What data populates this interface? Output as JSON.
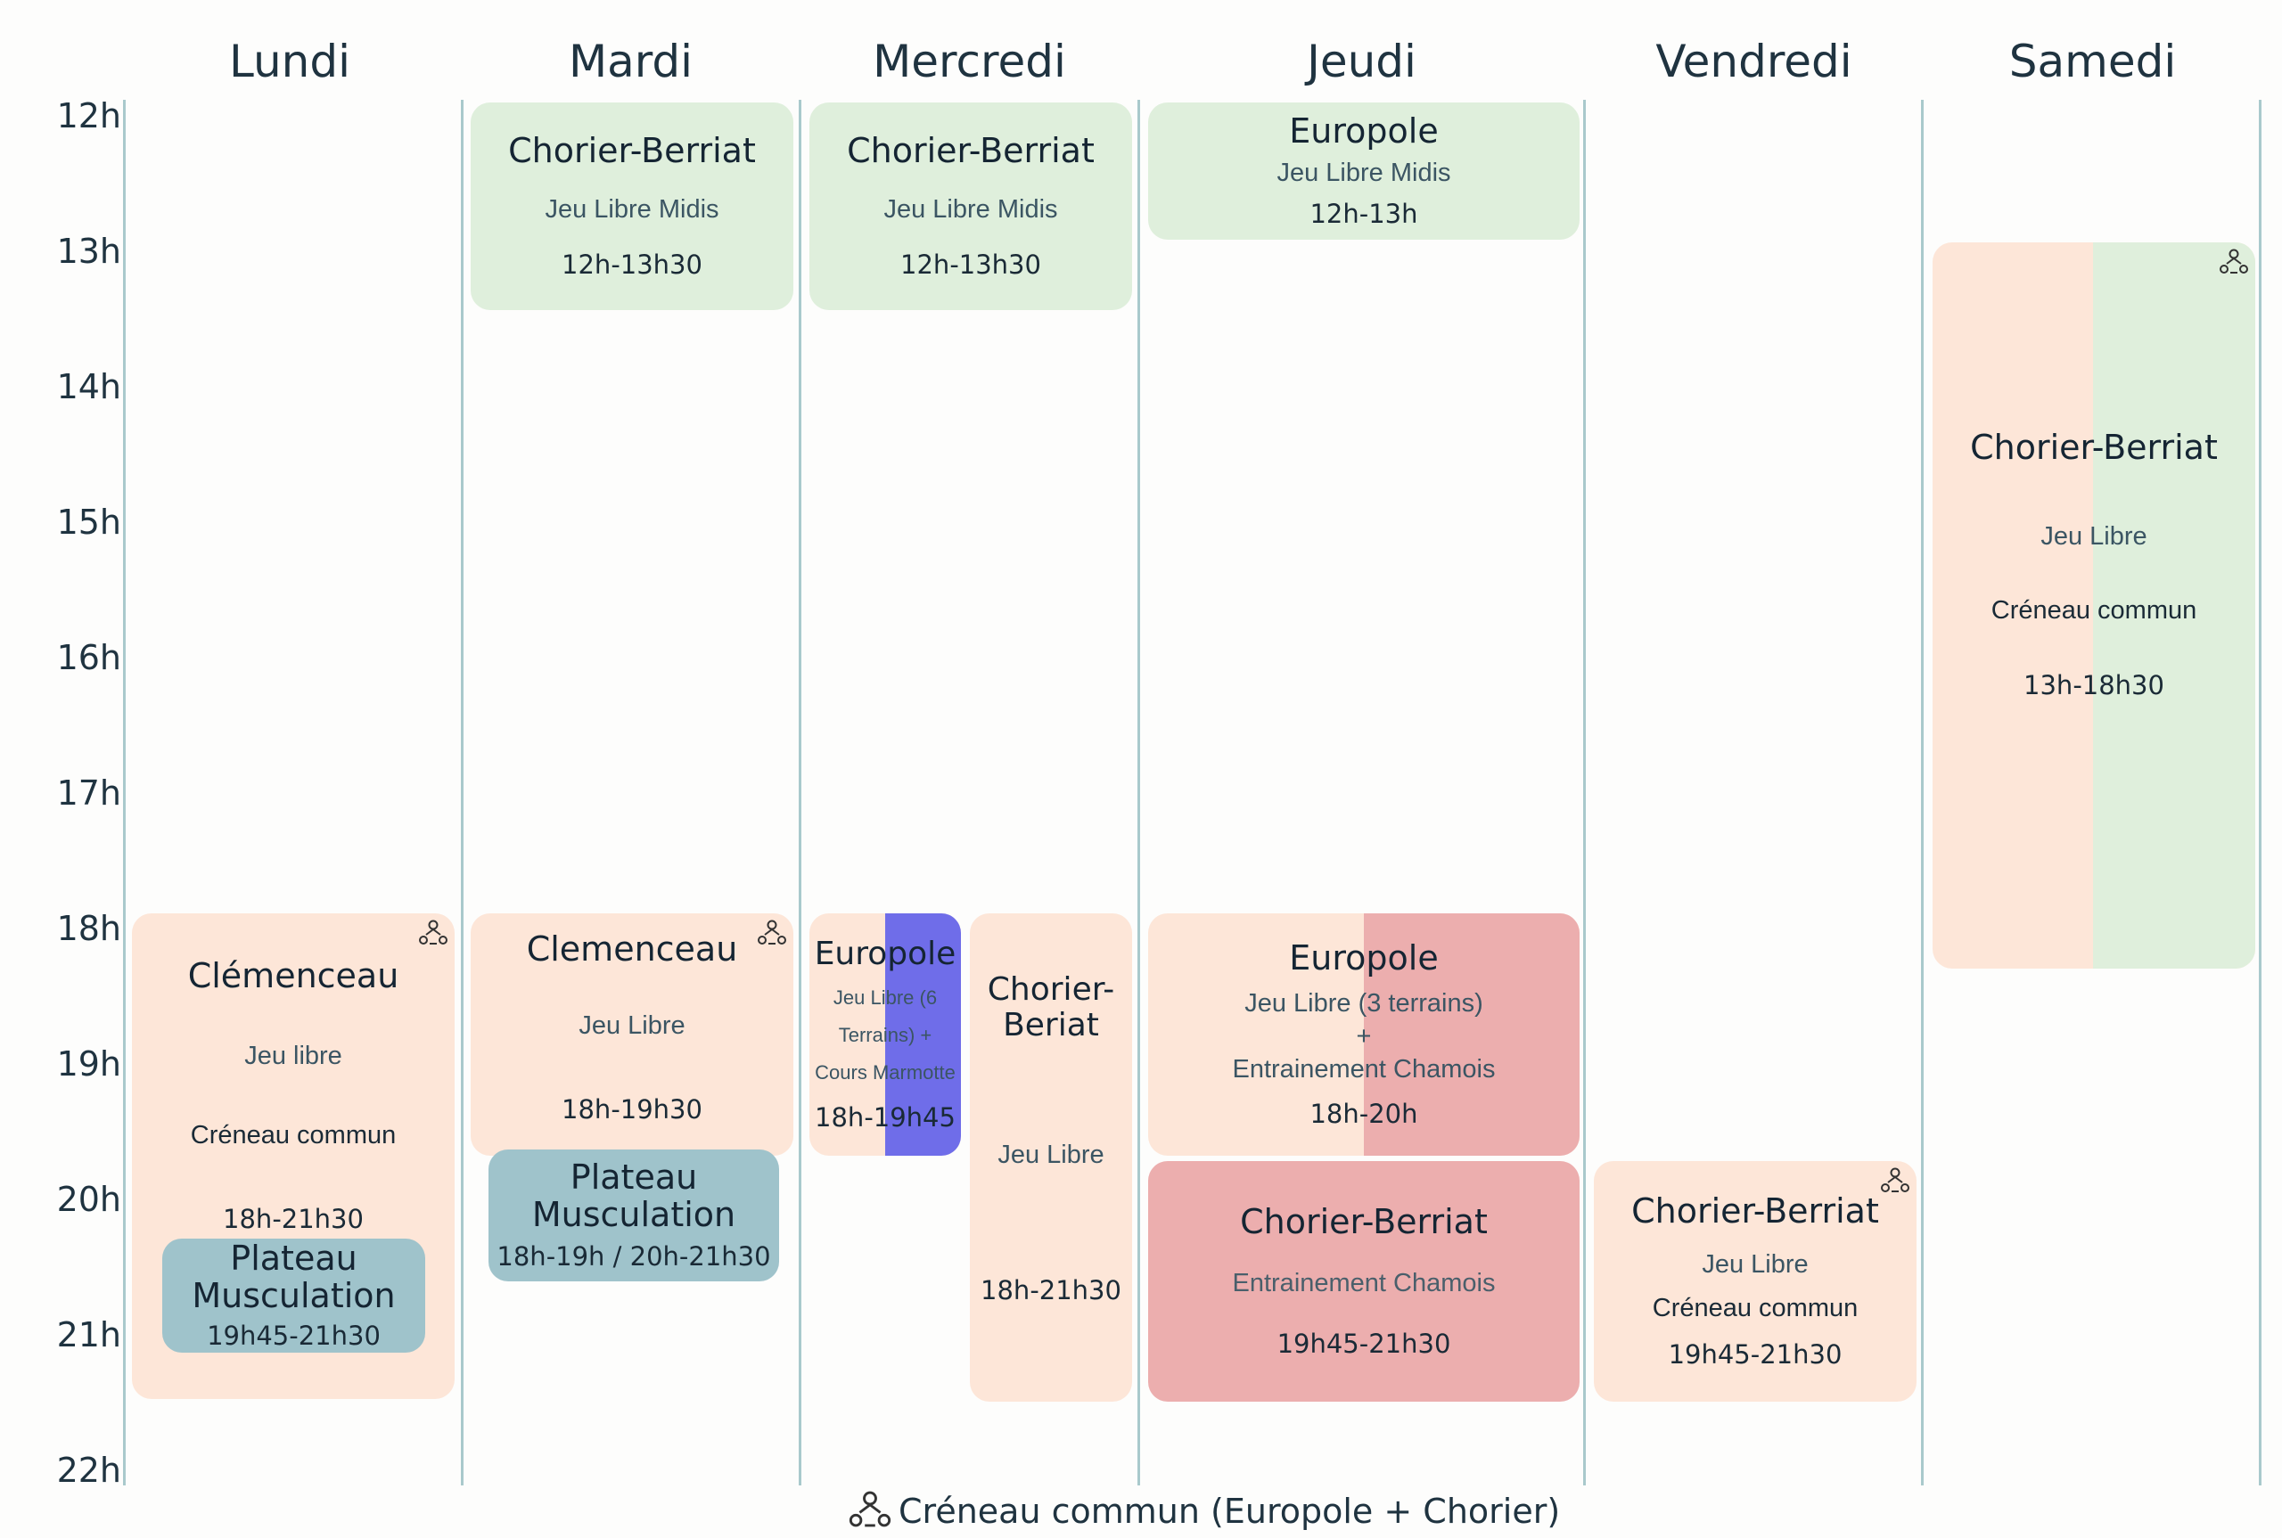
{
  "days": [
    "Lundi",
    "Mardi",
    "Mercredi",
    "Jeudi",
    "Vendredi",
    "Samedi"
  ],
  "hours": [
    "12h",
    "13h",
    "14h",
    "15h",
    "16h",
    "17h",
    "18h",
    "19h",
    "20h",
    "21h",
    "22h"
  ],
  "colors": {
    "green": "#dfefdc",
    "peach": "#fde6d8",
    "teal": "#9fc3cb",
    "red": "#ecaeae",
    "blue": "#6f6de9",
    "column_line": "#a9c9cc"
  },
  "events": {
    "lundi_clemenceau": {
      "title": "Clémenceau",
      "subtitle": "Jeu libre",
      "note": "Créneau commun",
      "time": "18h-21h30",
      "icon": "people-icon"
    },
    "lundi_plateau": {
      "title": "Plateau Musculation",
      "time": "19h45-21h30"
    },
    "mardi_chorier": {
      "title": "Chorier-Berriat",
      "subtitle": "Jeu Libre Midis",
      "time": "12h-13h30"
    },
    "mardi_clemenceau": {
      "title": "Clemenceau",
      "subtitle": "Jeu Libre",
      "time": "18h-19h30",
      "icon": "people-icon"
    },
    "mardi_plateau": {
      "title": "Plateau Musculation",
      "time": "18h-19h / 20h-21h30"
    },
    "mercredi_chorier_midi": {
      "title": "Chorier-Berriat",
      "subtitle": "Jeu Libre Midis",
      "time": "12h-13h30"
    },
    "mercredi_europole": {
      "title": "Europole",
      "subtitle": "Jeu Libre (6 Terrains) + Cours Marmotte",
      "time": "18h-19h45"
    },
    "mercredi_chorier_soir": {
      "title": "Chorier-Beriat",
      "subtitle": "Jeu Libre",
      "time": "18h-21h30"
    },
    "jeudi_europole_midi": {
      "title": "Europole",
      "subtitle": "Jeu Libre Midis",
      "time": "12h-13h"
    },
    "jeudi_europole_soir": {
      "title": "Europole",
      "subtitle": "Jeu Libre (3 terrains)",
      "plus": "+",
      "subtitle2": "Entrainement Chamois",
      "time": "18h-20h"
    },
    "jeudi_chorier": {
      "title": "Chorier-Berriat",
      "subtitle": "Entrainement Chamois",
      "time": "19h45-21h30"
    },
    "vendredi_chorier": {
      "title": "Chorier-Berriat",
      "subtitle": "Jeu Libre",
      "note": "Créneau commun",
      "time": "19h45-21h30",
      "icon": "people-icon"
    },
    "samedi_chorier": {
      "title": "Chorier-Berriat",
      "subtitle": "Jeu Libre",
      "note": "Créneau commun",
      "time": "13h-18h30",
      "icon": "people-icon"
    }
  },
  "legend": {
    "icon": "people-icon",
    "text": "Créneau commun (Europole + Chorier)"
  }
}
